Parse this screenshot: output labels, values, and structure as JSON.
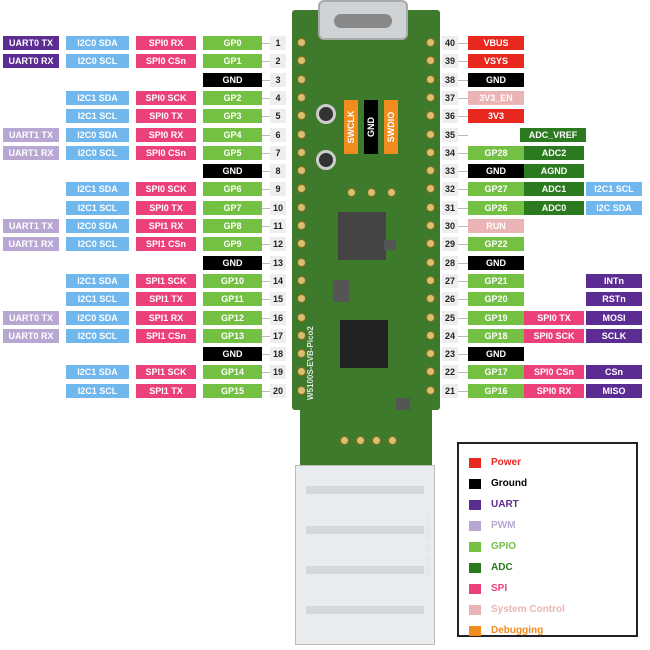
{
  "colors": {
    "power": "#e8271f",
    "ground": "#000000",
    "uart": "#5b2c91",
    "pwm": "#b9a7d3",
    "gpio": "#74c043",
    "adc": "#2b7a1f",
    "spi": "#ec407a",
    "i2c": "#6fb7ec",
    "system": "#eab4b4",
    "debug": "#f28c1e",
    "board": "#3d7a2c"
  },
  "legend": [
    {
      "label": "Power",
      "color": "#e8271f",
      "text_color": "#e8271f"
    },
    {
      "label": "Ground",
      "color": "#000000",
      "text_color": "#000000"
    },
    {
      "label": "UART",
      "color": "#5b2c91",
      "text_color": "#5b2c91"
    },
    {
      "label": "PWM",
      "color": "#b9a7d3",
      "text_color": "#b9a7d3"
    },
    {
      "label": "GPIO",
      "color": "#74c043",
      "text_color": "#74c043"
    },
    {
      "label": "ADC",
      "color": "#2b7a1f",
      "text_color": "#2b7a1f"
    },
    {
      "label": "SPI",
      "color": "#ec407a",
      "text_color": "#ec407a"
    },
    {
      "label": "System Control",
      "color": "#eab4b4",
      "text_color": "#eab4b4"
    },
    {
      "label": "Debugging",
      "color": "#f28c1e",
      "text_color": "#f28c1e"
    }
  ],
  "debug_labels": [
    "SWCLK",
    "GND",
    "SWDIO"
  ],
  "board_text": [
    "W5100S-EVB-Pico2",
    "Made by WIZnet"
  ],
  "left_pins": [
    {
      "pin": "1",
      "labels": [
        [
          "UART0 TX",
          "uart"
        ],
        [
          "I2C0 SDA",
          "i2c"
        ],
        [
          "SPI0 RX",
          "spi"
        ],
        [
          "GP0",
          "gpio"
        ]
      ]
    },
    {
      "pin": "2",
      "labels": [
        [
          "UART0 RX",
          "uart"
        ],
        [
          "I2C0 SCL",
          "i2c"
        ],
        [
          "SPI0 CSn",
          "spi"
        ],
        [
          "GP1",
          "gpio"
        ]
      ]
    },
    {
      "pin": "3",
      "labels": [
        null,
        null,
        null,
        [
          "GND",
          "ground"
        ]
      ]
    },
    {
      "pin": "4",
      "labels": [
        null,
        [
          "I2C1 SDA",
          "i2c"
        ],
        [
          "SPI0 SCK",
          "spi"
        ],
        [
          "GP2",
          "gpio"
        ]
      ]
    },
    {
      "pin": "5",
      "labels": [
        null,
        [
          "I2C1 SCL",
          "i2c"
        ],
        [
          "SPI0 TX",
          "spi"
        ],
        [
          "GP3",
          "gpio"
        ]
      ]
    },
    {
      "pin": "6",
      "labels": [
        [
          "UART1 TX",
          "pwm"
        ],
        [
          "I2C0 SDA",
          "i2c"
        ],
        [
          "SPI0 RX",
          "spi"
        ],
        [
          "GP4",
          "gpio"
        ]
      ]
    },
    {
      "pin": "7",
      "labels": [
        [
          "UART1 RX",
          "pwm"
        ],
        [
          "I2C0 SCL",
          "i2c"
        ],
        [
          "SPI0 CSn",
          "spi"
        ],
        [
          "GP5",
          "gpio"
        ]
      ]
    },
    {
      "pin": "8",
      "labels": [
        null,
        null,
        null,
        [
          "GND",
          "ground"
        ]
      ]
    },
    {
      "pin": "9",
      "labels": [
        null,
        [
          "I2C1 SDA",
          "i2c"
        ],
        [
          "SPI0 SCK",
          "spi"
        ],
        [
          "GP6",
          "gpio"
        ]
      ]
    },
    {
      "pin": "10",
      "labels": [
        null,
        [
          "I2C1 SCL",
          "i2c"
        ],
        [
          "SPI0 TX",
          "spi"
        ],
        [
          "GP7",
          "gpio"
        ]
      ]
    },
    {
      "pin": "11",
      "labels": [
        [
          "UART1 TX",
          "pwm"
        ],
        [
          "I2C0 SDA",
          "i2c"
        ],
        [
          "SPI1 RX",
          "spi"
        ],
        [
          "GP8",
          "gpio"
        ]
      ]
    },
    {
      "pin": "12",
      "labels": [
        [
          "UART1 RX",
          "pwm"
        ],
        [
          "I2C0 SCL",
          "i2c"
        ],
        [
          "SPI1 CSn",
          "spi"
        ],
        [
          "GP9",
          "gpio"
        ]
      ]
    },
    {
      "pin": "13",
      "labels": [
        null,
        null,
        null,
        [
          "GND",
          "ground"
        ]
      ]
    },
    {
      "pin": "14",
      "labels": [
        null,
        [
          "I2C1 SDA",
          "i2c"
        ],
        [
          "SPI1 SCK",
          "spi"
        ],
        [
          "GP10",
          "gpio"
        ]
      ]
    },
    {
      "pin": "15",
      "labels": [
        null,
        [
          "I2C1 SCL",
          "i2c"
        ],
        [
          "SPI1 TX",
          "spi"
        ],
        [
          "GP11",
          "gpio"
        ]
      ]
    },
    {
      "pin": "16",
      "labels": [
        [
          "UART0 TX",
          "pwm"
        ],
        [
          "I2C0 SDA",
          "i2c"
        ],
        [
          "SPI1 RX",
          "spi"
        ],
        [
          "GP12",
          "gpio"
        ]
      ]
    },
    {
      "pin": "17",
      "labels": [
        [
          "UART0 RX",
          "pwm"
        ],
        [
          "I2C0 SCL",
          "i2c"
        ],
        [
          "SPI1 CSn",
          "spi"
        ],
        [
          "GP13",
          "gpio"
        ]
      ]
    },
    {
      "pin": "18",
      "labels": [
        null,
        null,
        null,
        [
          "GND",
          "ground"
        ]
      ]
    },
    {
      "pin": "19",
      "labels": [
        null,
        [
          "I2C1 SDA",
          "i2c"
        ],
        [
          "SPI1 SCK",
          "spi"
        ],
        [
          "GP14",
          "gpio"
        ]
      ]
    },
    {
      "pin": "20",
      "labels": [
        null,
        [
          "I2C1 SCL",
          "i2c"
        ],
        [
          "SPI1 TX",
          "spi"
        ],
        [
          "GP15",
          "gpio"
        ]
      ]
    }
  ],
  "right_pins": [
    {
      "pin": "40",
      "labels": [
        [
          "VBUS",
          "power"
        ],
        null,
        null
      ]
    },
    {
      "pin": "39",
      "labels": [
        [
          "VSYS",
          "power"
        ],
        null,
        null
      ]
    },
    {
      "pin": "38",
      "labels": [
        [
          "GND",
          "ground"
        ],
        null,
        null
      ]
    },
    {
      "pin": "37",
      "labels": [
        [
          "3V3_EN",
          "system"
        ],
        null,
        null
      ]
    },
    {
      "pin": "36",
      "labels": [
        [
          "3V3",
          "power"
        ],
        null,
        null
      ]
    },
    {
      "pin": "35",
      "labels": [
        null,
        [
          "ADC_VREF",
          "adc"
        ],
        null
      ]
    },
    {
      "pin": "34",
      "labels": [
        [
          "GP28",
          "gpio"
        ],
        [
          "ADC2",
          "adc"
        ],
        null
      ]
    },
    {
      "pin": "33",
      "labels": [
        [
          "GND",
          "ground"
        ],
        [
          "AGND",
          "adc"
        ],
        null
      ]
    },
    {
      "pin": "32",
      "labels": [
        [
          "GP27",
          "gpio"
        ],
        [
          "ADC1",
          "adc"
        ],
        [
          "I2C1 SCL",
          "i2c"
        ]
      ]
    },
    {
      "pin": "31",
      "labels": [
        [
          "GP26",
          "gpio"
        ],
        [
          "ADC0",
          "adc"
        ],
        [
          "I2C SDA",
          "i2c"
        ]
      ]
    },
    {
      "pin": "30",
      "labels": [
        [
          "RUN",
          "system"
        ],
        null,
        null
      ]
    },
    {
      "pin": "29",
      "labels": [
        [
          "GP22",
          "gpio"
        ],
        null,
        null
      ]
    },
    {
      "pin": "28",
      "labels": [
        [
          "GND",
          "ground"
        ],
        null,
        null
      ]
    },
    {
      "pin": "27",
      "labels": [
        [
          "GP21",
          "gpio"
        ],
        null,
        [
          "INTn",
          "uart"
        ]
      ]
    },
    {
      "pin": "26",
      "labels": [
        [
          "GP20",
          "gpio"
        ],
        null,
        [
          "RSTn",
          "uart"
        ]
      ]
    },
    {
      "pin": "25",
      "labels": [
        [
          "GP19",
          "gpio"
        ],
        [
          "SPI0 TX",
          "spi"
        ],
        [
          "MOSI",
          "uart"
        ]
      ]
    },
    {
      "pin": "24",
      "labels": [
        [
          "GP18",
          "gpio"
        ],
        [
          "SPI0 SCK",
          "spi"
        ],
        [
          "SCLK",
          "uart"
        ]
      ]
    },
    {
      "pin": "23",
      "labels": [
        [
          "GND",
          "ground"
        ],
        null,
        null
      ]
    },
    {
      "pin": "22",
      "labels": [
        [
          "GP17",
          "gpio"
        ],
        [
          "SPI0 CSn",
          "spi"
        ],
        [
          "CSn",
          "uart"
        ]
      ]
    },
    {
      "pin": "21",
      "labels": [
        [
          "GP16",
          "gpio"
        ],
        [
          "SPI0 RX",
          "spi"
        ],
        [
          "MISO",
          "uart"
        ]
      ]
    }
  ]
}
